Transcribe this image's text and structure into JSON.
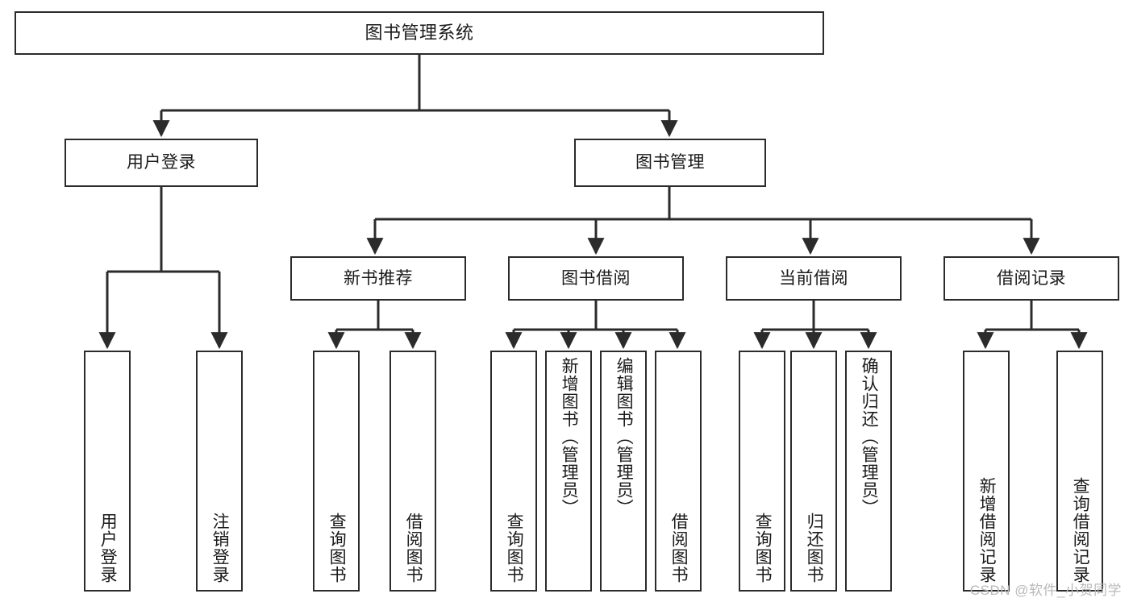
{
  "diagram": {
    "type": "hierarchy-tree",
    "title": "图书管理系统",
    "watermark": "CSDN @软件_小贺同学",
    "colors": {
      "stroke": "#2b2b2b",
      "fill": "#ffffff",
      "text": "#1a1a1a",
      "watermark": "#b9b9b9"
    },
    "nodes": {
      "root": {
        "label": "图书管理系统"
      },
      "level2": [
        {
          "label": "用户登录"
        },
        {
          "label": "图书管理"
        }
      ],
      "level3": [
        {
          "label": "新书推荐"
        },
        {
          "label": "图书借阅"
        },
        {
          "label": "当前借阅"
        },
        {
          "label": "借阅记录"
        }
      ],
      "leaves": {
        "user_login": [
          {
            "label": "用户登录"
          },
          {
            "label": "注销登录"
          }
        ],
        "new_book": [
          {
            "label": "查询图书"
          },
          {
            "label": "借阅图书"
          }
        ],
        "borrow_book": [
          {
            "label": "查询图书"
          },
          {
            "label": "新增图书（管理员）"
          },
          {
            "label": "编辑图书（管理员）"
          },
          {
            "label": "借阅图书"
          }
        ],
        "current_borrow": [
          {
            "label": "查询图书"
          },
          {
            "label": "归还图书"
          },
          {
            "label": "确认归还（管理员）"
          }
        ],
        "borrow_record": [
          {
            "label": "新增借阅记录"
          },
          {
            "label": "查询借阅记录"
          }
        ]
      }
    }
  }
}
